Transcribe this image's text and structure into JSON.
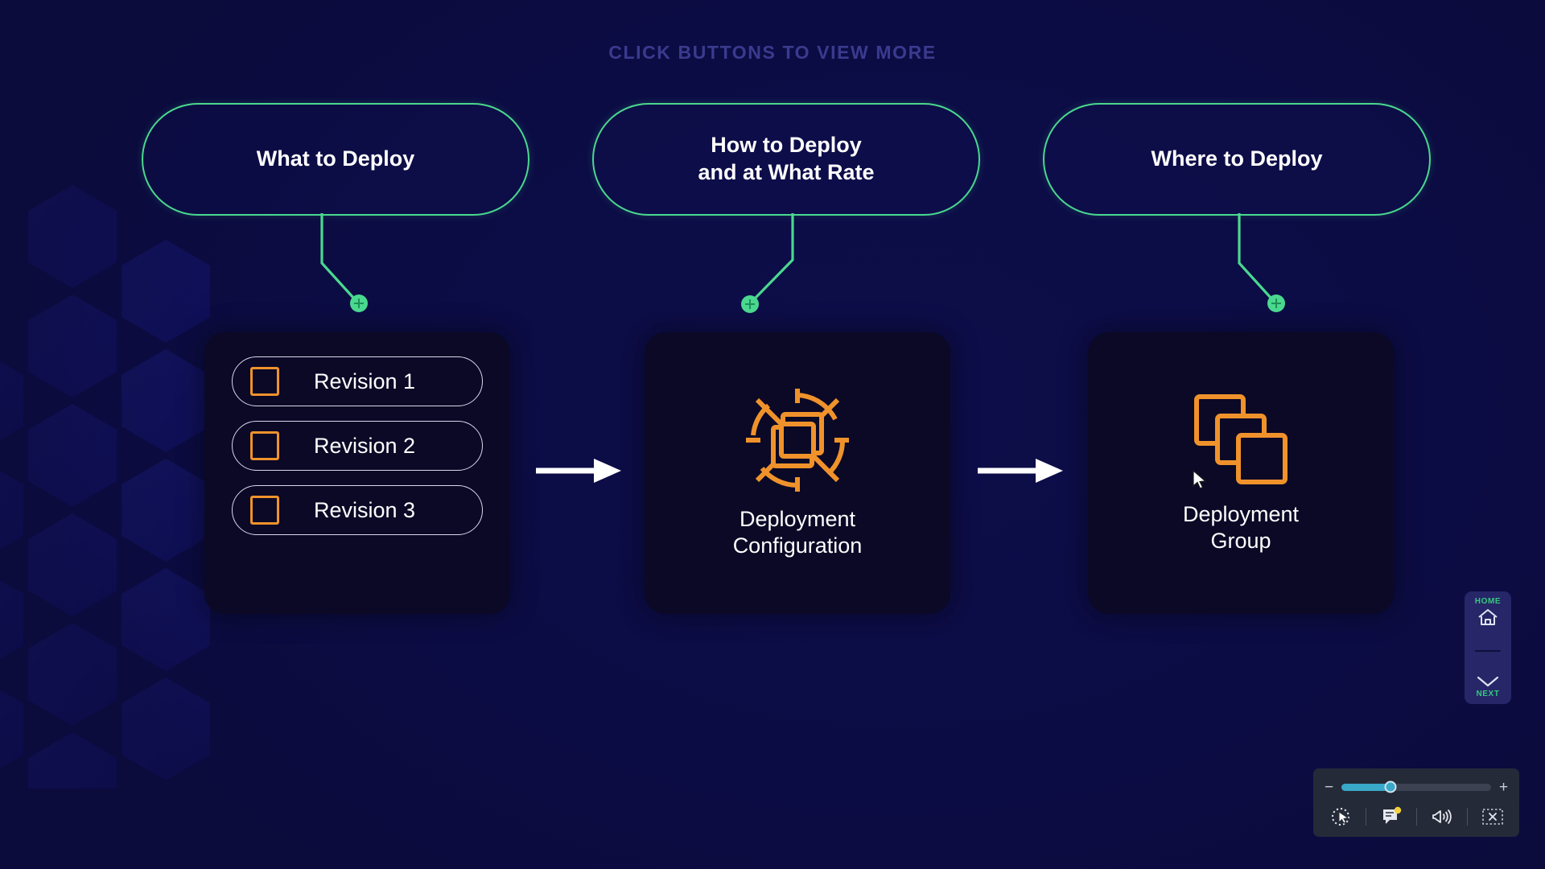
{
  "page": {
    "headline": "CLICK BUTTONS TO VIEW MORE",
    "background_color": "#0d0d4a",
    "card_color": "#0b0926",
    "accent_green": "#4ad88f",
    "accent_orange": "#f0922b",
    "nav_label_color": "#35c87f"
  },
  "buttons": [
    {
      "id": "what",
      "line1": "What to Deploy",
      "line2": ""
    },
    {
      "id": "how",
      "line1": "How to Deploy",
      "line2": "and at What Rate"
    },
    {
      "id": "where",
      "line1": "Where to Deploy",
      "line2": ""
    }
  ],
  "cards": {
    "revisions": {
      "items": [
        {
          "label": "Revision 1",
          "icon": "square-outline-icon"
        },
        {
          "label": "Revision 2",
          "icon": "square-outline-icon"
        },
        {
          "label": "Revision 3",
          "icon": "square-outline-icon"
        }
      ]
    },
    "deployment_configuration": {
      "icon": "target-crosshair-squares-icon",
      "caption_line1": "Deployment",
      "caption_line2": "Configuration"
    },
    "deployment_group": {
      "icon": "stacked-squares-icon",
      "caption_line1": "Deployment",
      "caption_line2": "Group"
    }
  },
  "connectors": [
    {
      "id": "connector-1",
      "endpoint": "plus-node"
    },
    {
      "id": "connector-2",
      "endpoint": "plus-node"
    },
    {
      "id": "connector-3",
      "endpoint": "plus-node"
    }
  ],
  "arrows": [
    {
      "id": "arrow-1",
      "direction": "right"
    },
    {
      "id": "arrow-2",
      "direction": "right"
    }
  ],
  "nav_panel": {
    "home_label": "HOME",
    "home_icon": "home-icon",
    "next_label": "NEXT",
    "next_icon": "chevron-down-icon"
  },
  "toolbar": {
    "zoom_minus": "−",
    "zoom_plus": "+",
    "zoom_value_percent": 33,
    "tools": [
      {
        "name": "select-cursor-icon",
        "badge": false
      },
      {
        "name": "annotation-icon",
        "badge": true
      },
      {
        "name": "volume-icon",
        "badge": false
      },
      {
        "name": "close-icon",
        "badge": false
      }
    ]
  }
}
